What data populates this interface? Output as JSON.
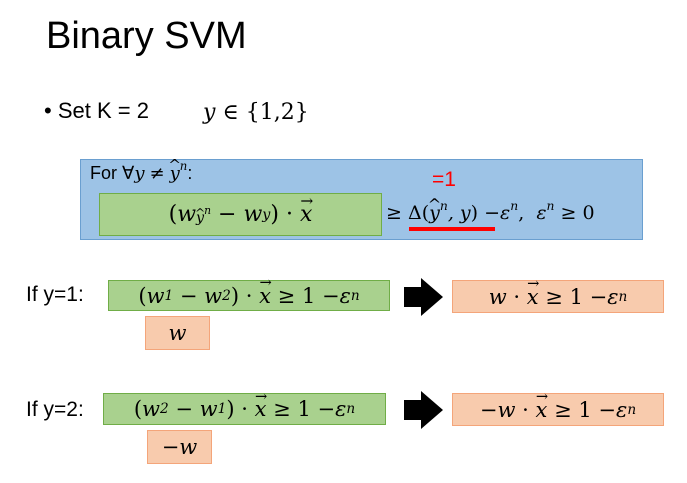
{
  "slide": {
    "title": "Binary SVM",
    "bullet": "Set K = 2",
    "y_var": "y",
    "element_of": "∈",
    "label_set": "{1,2}"
  },
  "box": {
    "for_all": "For ∀",
    "y": "y",
    "neq": "≠",
    "y_hat_base": "y",
    "n_sup": "n",
    "colon": ":",
    "annotation": "=1",
    "w": "w",
    "minus": "−",
    "dot": "·",
    "x": "x",
    "geq": "≥",
    "delta": "Δ",
    "comma_y": ", y",
    "eps": "ε",
    "nonneg": "≥ 0"
  },
  "case1": {
    "label": "If y=1:",
    "lhs_text": "w",
    "sup1": "1",
    "sup2": "2",
    "rhs_one": "1",
    "weight_label": "w",
    "result_w": "w"
  },
  "case2": {
    "label": "If y=2:",
    "sup1": "2",
    "sup2": "1",
    "rhs_one": "1",
    "weight_label": "−w",
    "result_w": "−w"
  },
  "colors": {
    "green_fill": "#a9d18e",
    "orange_fill": "#f8cbad",
    "blue_fill": "#9dc3e6",
    "annotation_red": "#ff0000"
  },
  "icons": [
    "right-arrow-icon",
    "right-arrow-icon"
  ]
}
